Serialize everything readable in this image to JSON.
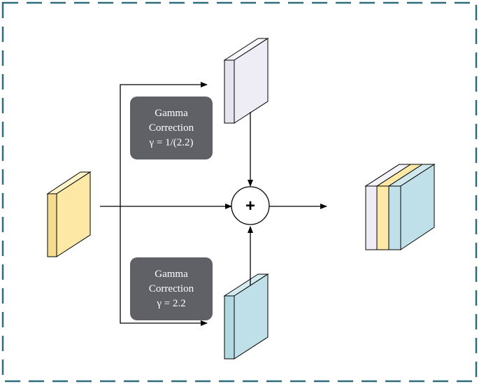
{
  "colors": {
    "frame": "#2e6d7a",
    "input_block": "#fde8a6",
    "upper_block": "#eeedf5",
    "lower_block": "#bfe0e8",
    "label_box": "#5f6166",
    "arrows": "#000000"
  },
  "upper_branch": {
    "line1": "Gamma",
    "line2": "Correction",
    "line3": "γ = 1/(2.2)"
  },
  "lower_branch": {
    "line1": "Gamma",
    "line2": "Correction",
    "line3": "γ = 2.2"
  },
  "fusion": {
    "symbol": "+"
  }
}
